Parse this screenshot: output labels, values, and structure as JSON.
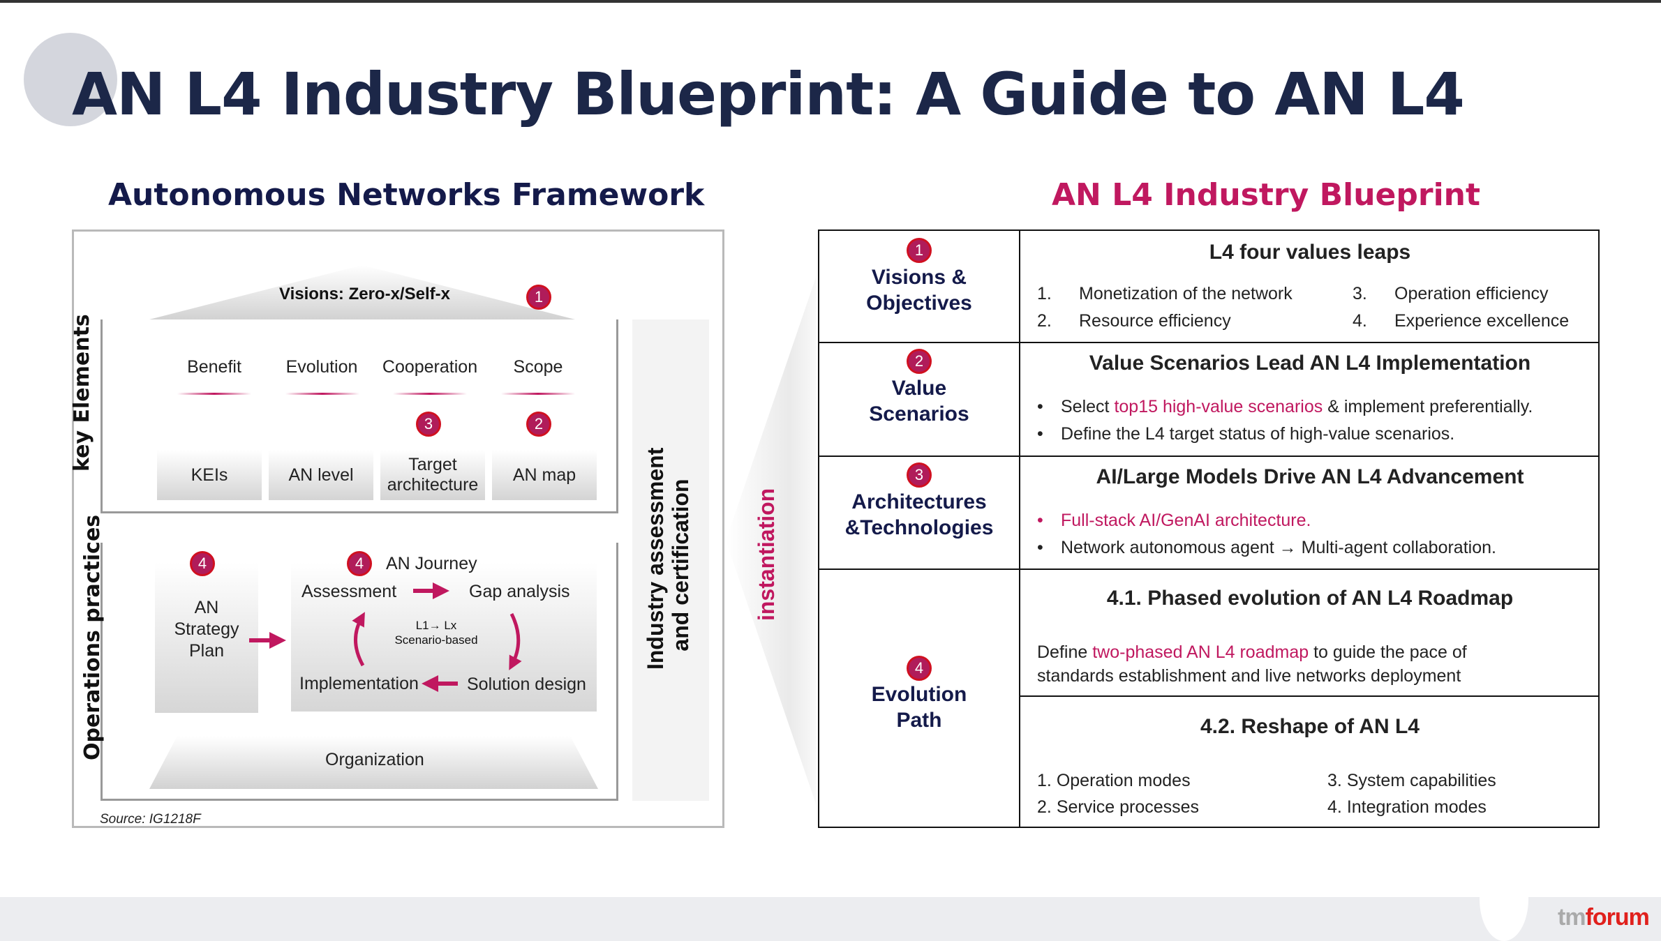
{
  "page": {
    "title": "AN L4 Industry Blueprint: A Guide to AN L4"
  },
  "framework": {
    "title": "Autonomous Networks Framework",
    "vision": "Visions:  Zero-x/Self-x",
    "key_elements_label": "key  Elements",
    "operations_label": "Operations practices",
    "industry_label_1": "Industry assessment",
    "industry_label_2": "and certification",
    "key_elements": [
      {
        "top": "Benefit",
        "bottom": "KEIs",
        "badge": ""
      },
      {
        "top": "Evolution",
        "bottom": "AN level",
        "badge": ""
      },
      {
        "top": "Cooperation",
        "bottom": "Target architecture",
        "badge": "3"
      },
      {
        "top": "Scope",
        "bottom": "AN map",
        "badge": "2"
      }
    ],
    "vision_badge": "1",
    "strategy": {
      "badge": "4",
      "line1": "AN",
      "line2": "Strategy",
      "line3": "Plan"
    },
    "journey": {
      "badge": "4",
      "title": "AN Journey",
      "assessment": "Assessment",
      "gap_analysis": "Gap analysis",
      "solution_design": "Solution design",
      "implementation": "Implementation",
      "center_line1": "L1→ Lx",
      "center_line2": "Scenario-based"
    },
    "organization": "Organization",
    "source": "Source: IG1218F"
  },
  "instantiation_label": "instantiation",
  "blueprint": {
    "title": "AN L4 Industry Blueprint",
    "rows": [
      {
        "badge": "1",
        "label_line1": "Visions &",
        "label_line2": "Objectives",
        "heading": "L4 four values leaps",
        "items": [
          {
            "num": "1.",
            "text": "Monetization of the network"
          },
          {
            "num": "2.",
            "text": "Resource efficiency"
          },
          {
            "num": "3.",
            "text": "Operation efficiency"
          },
          {
            "num": "4.",
            "text": "Experience excellence"
          }
        ]
      },
      {
        "badge": "2",
        "label_line1": "Value",
        "label_line2": "Scenarios",
        "heading": "Value Scenarios Lead AN L4 Implementation",
        "bullet1_pre": "Select ",
        "bullet1_accent": "top15 high-value scenarios",
        "bullet1_post": " & implement preferentially.",
        "bullet2": "Define the L4 target status of high-value scenarios."
      },
      {
        "badge": "3",
        "label_line1": "Architectures",
        "label_line2": "&Technologies",
        "heading": "AI/Large Models Drive AN L4 Advancement",
        "bullet1": "Full-stack AI/GenAI architecture.",
        "bullet2": "Network autonomous agent → Multi-agent collaboration."
      },
      {
        "badge": "4",
        "label_line1": "Evolution",
        "label_line2": "Path",
        "sub1": {
          "heading": "4.1. Phased evolution of AN L4 Roadmap",
          "text_pre": "Define ",
          "text_accent": "two-phased AN L4 roadmap",
          "text_post": " to guide the pace of",
          "text_line2": "standards establishment and live networks deployment"
        },
        "sub2": {
          "heading": "4.2. Reshape of AN L4",
          "items": [
            {
              "num": "1.",
              "text": "Operation modes"
            },
            {
              "num": "2.",
              "text": "Service processes"
            },
            {
              "num": "3.",
              "text": "System capabilities"
            },
            {
              "num": "4.",
              "text": "Integration modes"
            }
          ]
        }
      }
    ]
  },
  "footer": {
    "logo_tm": "tm",
    "logo_forum": "forum"
  },
  "colors": {
    "title_navy": "#1c2748",
    "accent_magenta": "#c0185f",
    "badge_fill": "#b01c5a",
    "badge_ring": "#d01020",
    "logo_red": "#e0201c"
  }
}
